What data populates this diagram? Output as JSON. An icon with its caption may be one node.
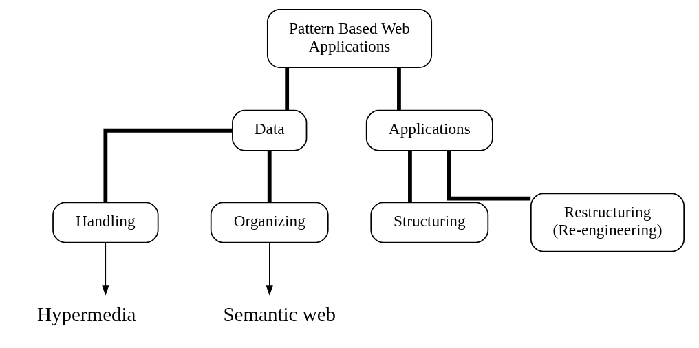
{
  "diagram": {
    "nodes": [
      {
        "text": [
          "Pattern Based Web Applications"
        ]
      },
      {
        "text": [
          "Data"
        ]
      },
      {
        "text": [
          "Applications"
        ]
      },
      {
        "text": [
          "Handling"
        ]
      },
      {
        "text": [
          "Organizing"
        ]
      },
      {
        "text": [
          "Structuring"
        ]
      },
      {
        "text": [
          "Restructuring (Re-engineering)"
        ]
      },
      {
        "text": [
          "Hypermedia"
        ]
      },
      {
        "text": [
          "Semantic web"
        ]
      }
    ],
    "edges": [
      {
        "from": 0,
        "to": 1,
        "arrow": "none"
      },
      {
        "from": 0,
        "to": 2,
        "arrow": "none"
      },
      {
        "from": 1,
        "to": 3,
        "arrow": "none"
      },
      {
        "from": 1,
        "to": 4,
        "arrow": "none"
      },
      {
        "from": 2,
        "to": 5,
        "arrow": "none"
      },
      {
        "from": 2,
        "to": 6,
        "arrow": "none"
      },
      {
        "from": 3,
        "to": 7,
        "arrow": "to"
      },
      {
        "from": 4,
        "to": 8,
        "arrow": "to"
      }
    ]
  }
}
